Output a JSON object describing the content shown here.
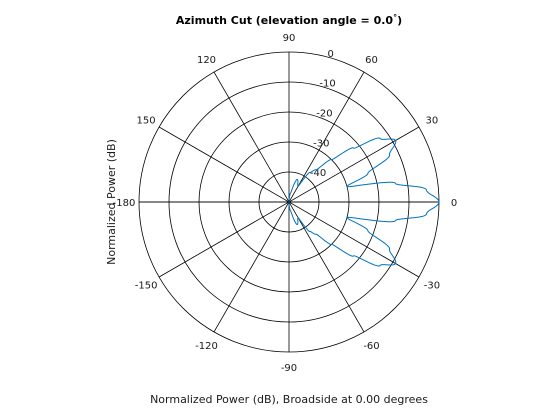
{
  "chart_data": {
    "type": "line",
    "coordinate_system": "polar",
    "title": "Azimuth Cut (elevation angle = 0.0",
    "title_degree_mark": "°",
    "title_close": ")",
    "xlabel": "Normalized Power (dB), Broadside at 0.00 degrees",
    "ylabel": "Normalized Power (dB)",
    "radial_ticks": [
      "0",
      "-10",
      "-20",
      "-30",
      "-40"
    ],
    "radial_range": [
      -50,
      0
    ],
    "angle_ticks": [
      {
        "angle": 0,
        "label": "0"
      },
      {
        "angle": 30,
        "label": "30"
      },
      {
        "angle": 60,
        "label": "60"
      },
      {
        "angle": 90,
        "label": "90"
      },
      {
        "angle": 120,
        "label": "120"
      },
      {
        "angle": 150,
        "label": "150"
      },
      {
        "angle": 180,
        "label": "-180"
      },
      {
        "angle": -150,
        "label": "-150"
      },
      {
        "angle": -120,
        "label": "-120"
      },
      {
        "angle": -90,
        "label": "-90"
      },
      {
        "angle": -60,
        "label": "-60"
      },
      {
        "angle": -30,
        "label": "-30"
      }
    ],
    "grid": true,
    "series": [
      {
        "color": "#0072bd",
        "angle_deg": [
          -90,
          -80,
          -70,
          -60,
          -55,
          -50,
          -45,
          -40,
          -35,
          -30,
          -25,
          -20,
          -15,
          -10,
          -5,
          0,
          5,
          10,
          15,
          20,
          25,
          30,
          35,
          40,
          45,
          50,
          55,
          60,
          70,
          80,
          90
        ],
        "power_db": [
          -50,
          -47,
          -42,
          -44,
          -38,
          -36,
          -30,
          -22,
          -13,
          -9,
          -13,
          -22,
          -30,
          -14,
          -4,
          0,
          -4,
          -14,
          -30,
          -22,
          -13,
          -9,
          -13,
          -22,
          -30,
          -36,
          -38,
          -44,
          -42,
          -47,
          -50
        ]
      }
    ]
  }
}
